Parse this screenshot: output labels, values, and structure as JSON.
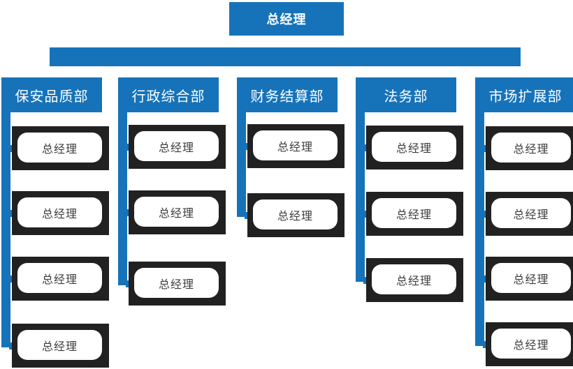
{
  "root": {
    "label": "总经理"
  },
  "departments": [
    {
      "label": "保安品质部",
      "children": [
        "总经理",
        "总经理",
        "总经理",
        "总经理"
      ]
    },
    {
      "label": "行政综合部",
      "children": [
        "总经理",
        "总经理",
        "总经理"
      ]
    },
    {
      "label": "财务结算部",
      "children": [
        "总经理",
        "总经理"
      ]
    },
    {
      "label": "法务部",
      "children": [
        "总经理",
        "总经理",
        "总经理"
      ]
    },
    {
      "label": "市场扩展部",
      "children": [
        "总经理",
        "总经理",
        "总经理",
        "总经理"
      ]
    }
  ],
  "colors": {
    "accent": "#1673BA",
    "node_plate": "#212121",
    "node_card": "#FFFFFF",
    "node_text": "#3D3D3D",
    "header_text": "#FFFFFF",
    "background": "#FFFFFF"
  }
}
